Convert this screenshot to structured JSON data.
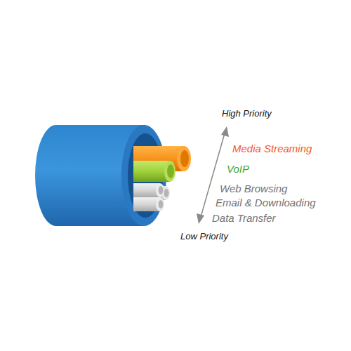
{
  "diagram": {
    "labels": [
      "High Priority",
      "Media Streaming",
      "VoIP",
      "Web Browsing",
      "Email & Downloading",
      "Data Transfer",
      "Low Priority"
    ]
  }
}
